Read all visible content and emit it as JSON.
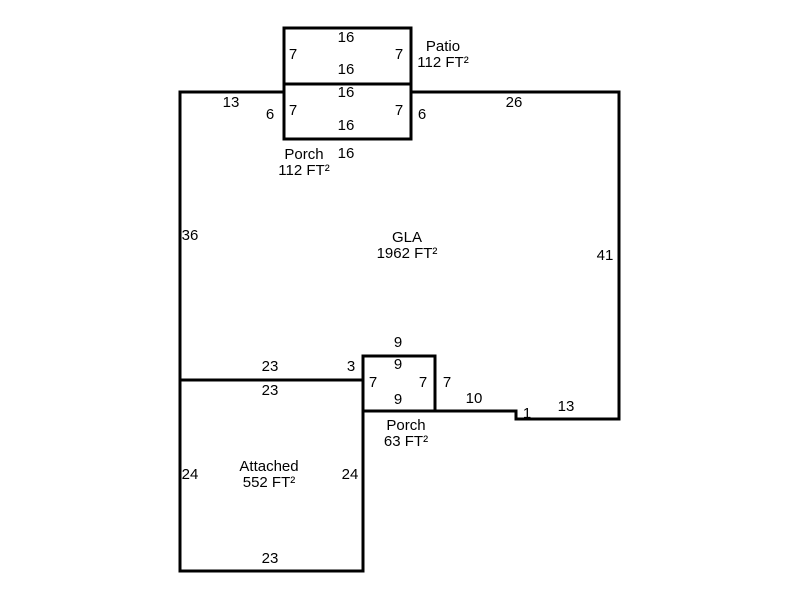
{
  "areas": {
    "patio": {
      "name": "Patio",
      "area": "112 FT²"
    },
    "porch_top": {
      "name": "Porch",
      "area": "112 FT²"
    },
    "gla": {
      "name": "GLA",
      "area": "1962 FT²"
    },
    "porch_bottom": {
      "name": "Porch",
      "area": "63 FT²"
    },
    "attached": {
      "name": "Attached",
      "area": "552 FT²"
    }
  },
  "dimensions": {
    "patio_top": "16",
    "patio_bottom": "16",
    "patio_left": "7",
    "patio_right": "7",
    "porch_top_top": "16",
    "porch_top_bottom_inner": "16",
    "porch_top_left": "7",
    "porch_top_right": "7",
    "porch_top_bottom": "16",
    "gla_top_left": "13",
    "gla_notch_left": "6",
    "gla_notch_right": "6",
    "gla_top_right": "26",
    "gla_left": "36",
    "gla_right": "41",
    "gla_mid_left": "23",
    "gla_step": "3",
    "porch_bottom_top_outer": "9",
    "porch_bottom_top_inner": "9",
    "porch_bottom_bottom": "9",
    "porch_bottom_left": "7",
    "porch_bottom_right_inner": "7",
    "porch_bottom_right": "7",
    "gla_bottom_mid": "10",
    "gla_jog": "1",
    "gla_bottom_right": "13",
    "attached_top": "23",
    "attached_left": "24",
    "attached_right": "24",
    "attached_bottom": "23"
  }
}
